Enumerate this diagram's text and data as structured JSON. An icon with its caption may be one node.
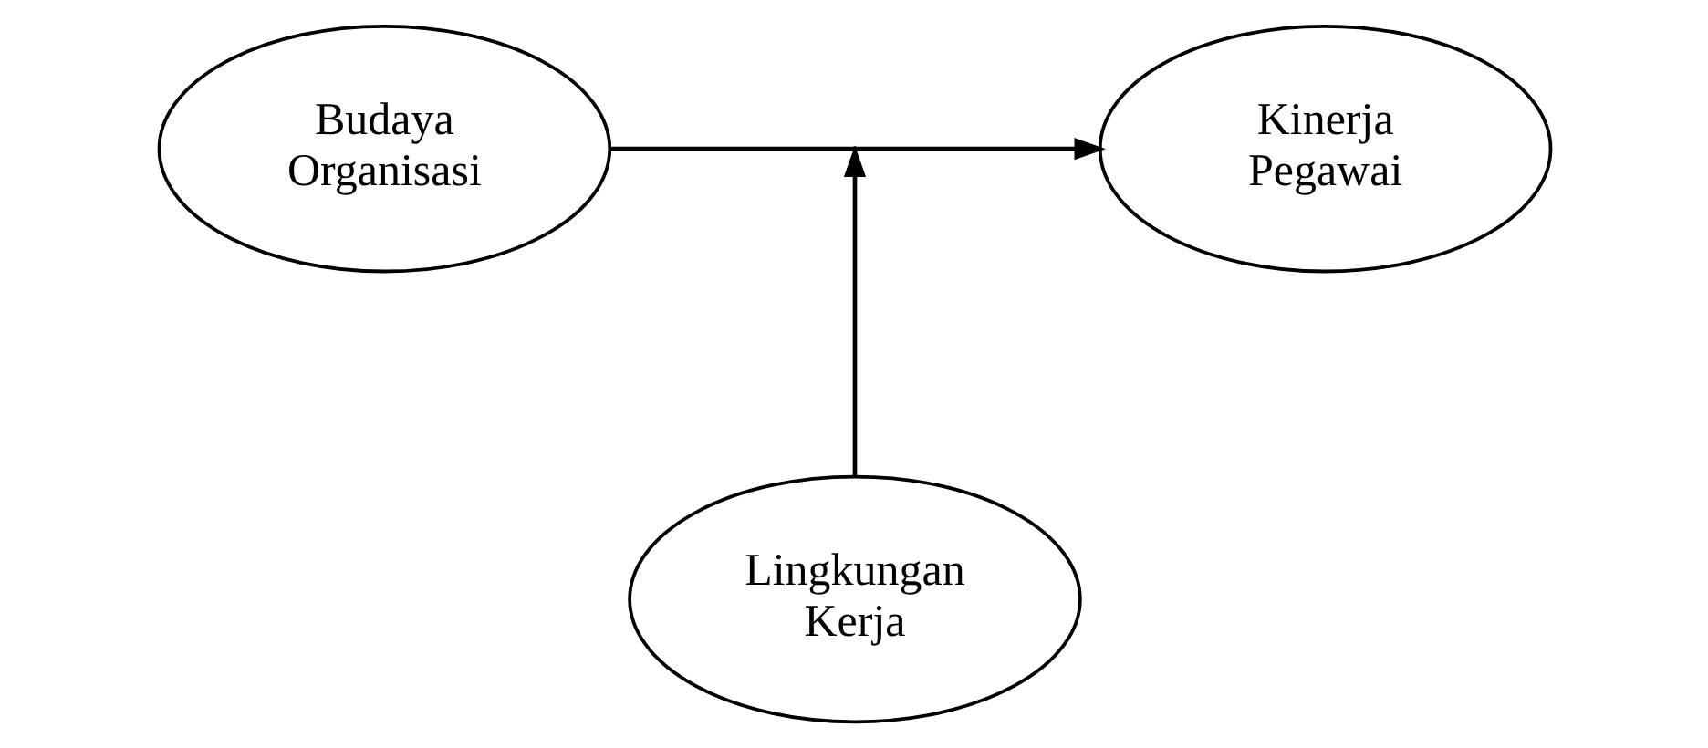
{
  "diagram": {
    "nodes": [
      {
        "text": [
          "Budaya Organisasi"
        ]
      },
      {
        "text": [
          "Kinerja Pegawai"
        ]
      },
      {
        "text": [
          "Lingkungan Kerja"
        ]
      }
    ],
    "edges": [
      {
        "from": 0,
        "to": 1,
        "arrow": "to"
      },
      {
        "from": 2,
        "to": null,
        "arrow": "to"
      }
    ]
  }
}
